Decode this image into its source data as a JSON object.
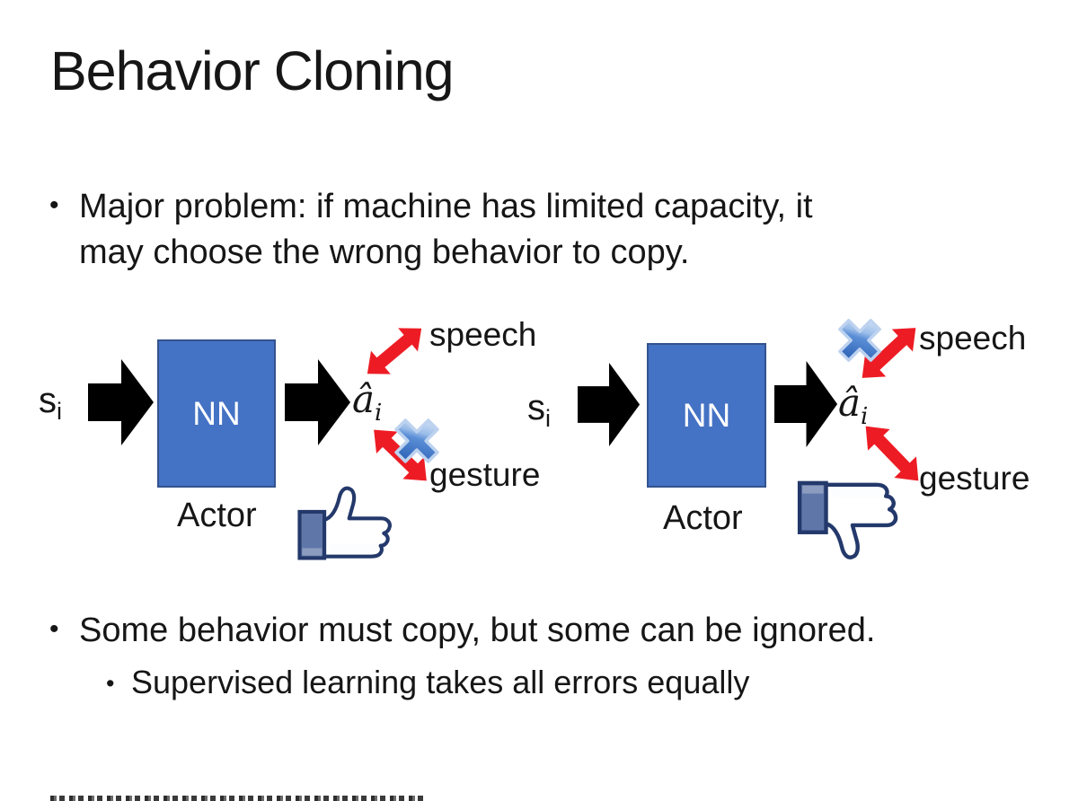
{
  "slide": {
    "title": "Behavior Cloning",
    "bullet_glyph": "•",
    "bullet1_line1": "Major problem: if machine has limited capacity, it",
    "bullet1_line2": "may choose the wrong behavior to copy.",
    "bullet2": "Some behavior must copy, but some can be ignored.",
    "bullet2_sub": "Supervised learning takes all errors equally"
  },
  "diagrams": {
    "left": {
      "input": "s",
      "input_sub": "i",
      "box": "NN",
      "caption": "Actor",
      "output": "â",
      "output_sub": "i",
      "speech": "speech",
      "gesture": "gesture",
      "crossed_out": "gesture",
      "feedback_icon": "thumbs-up"
    },
    "right": {
      "input": "s",
      "input_sub": "i",
      "box": "NN",
      "caption": "Actor",
      "output": "â",
      "output_sub": "i",
      "speech": "speech",
      "gesture": "gesture",
      "crossed_out": "speech",
      "feedback_icon": "thumbs-down"
    }
  },
  "colors": {
    "background": "#ffffff",
    "text": "#161616",
    "nn_box_fill": "#4472c4",
    "nn_box_border": "#34538e",
    "nn_text": "#ffffff",
    "flow_arrow": "#000000",
    "relation_arrow_red": "#ed1c24",
    "cross_blue": "#4a7ec9",
    "like_outline": "#24396b",
    "like_cuff": "#5f77a8",
    "like_shading": "#d9dee8"
  }
}
